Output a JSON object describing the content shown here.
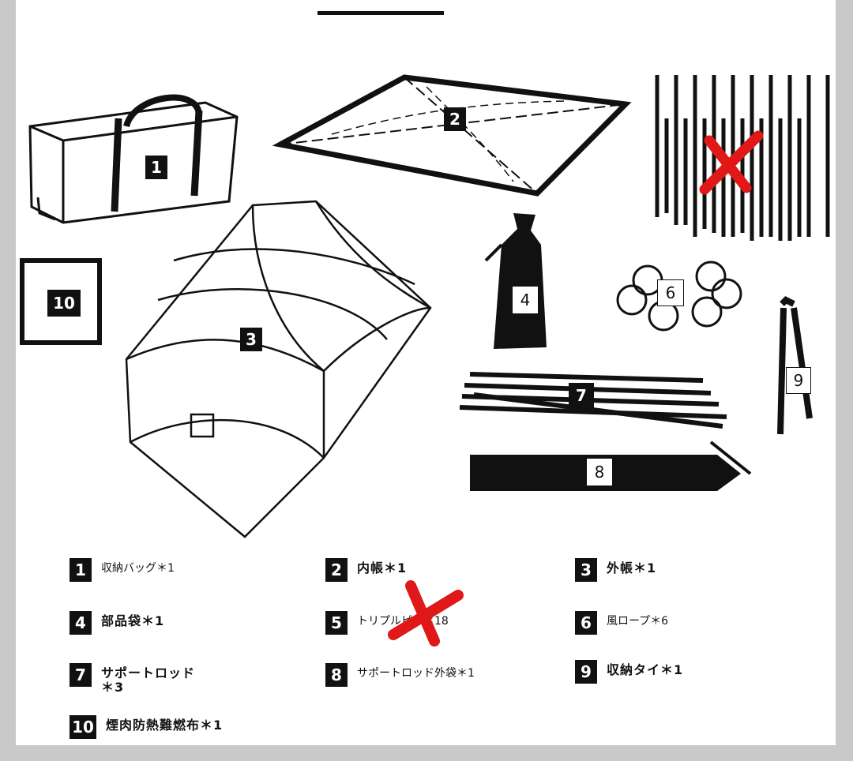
{
  "diagram_labels": [
    "1",
    "2",
    "3",
    "4",
    "6",
    "7",
    "8",
    "9",
    "10"
  ],
  "legend": [
    {
      "num": "1",
      "label": "収納バッグ＊1"
    },
    {
      "num": "2",
      "label": "内帳＊1"
    },
    {
      "num": "3",
      "label": "外帳＊1"
    },
    {
      "num": "4",
      "label": "部品袋＊1"
    },
    {
      "num": "5",
      "label": "トリプルピン＊18"
    },
    {
      "num": "6",
      "label": "風ロープ＊6"
    },
    {
      "num": "7",
      "label": "サポートロッド＊3"
    },
    {
      "num": "8",
      "label": "サポートロッド外袋＊1"
    },
    {
      "num": "9",
      "label": "収納タイ＊1"
    },
    {
      "num": "10",
      "label": "煙肉防熱難燃布＊1"
    }
  ],
  "icons": [
    "storage-bag-icon",
    "inner-tent-icon",
    "outer-tent-icon",
    "parts-bag-icon",
    "stakes-icon",
    "wind-rope-icon",
    "support-rod-icon",
    "rod-sleeve-icon",
    "storage-tie-icon",
    "heat-cloth-icon",
    "cross-mark-icon"
  ],
  "colors": {
    "line": "#111111",
    "cross": "#e01818",
    "frame": "#c9c9c9",
    "paper": "#ffffff"
  }
}
